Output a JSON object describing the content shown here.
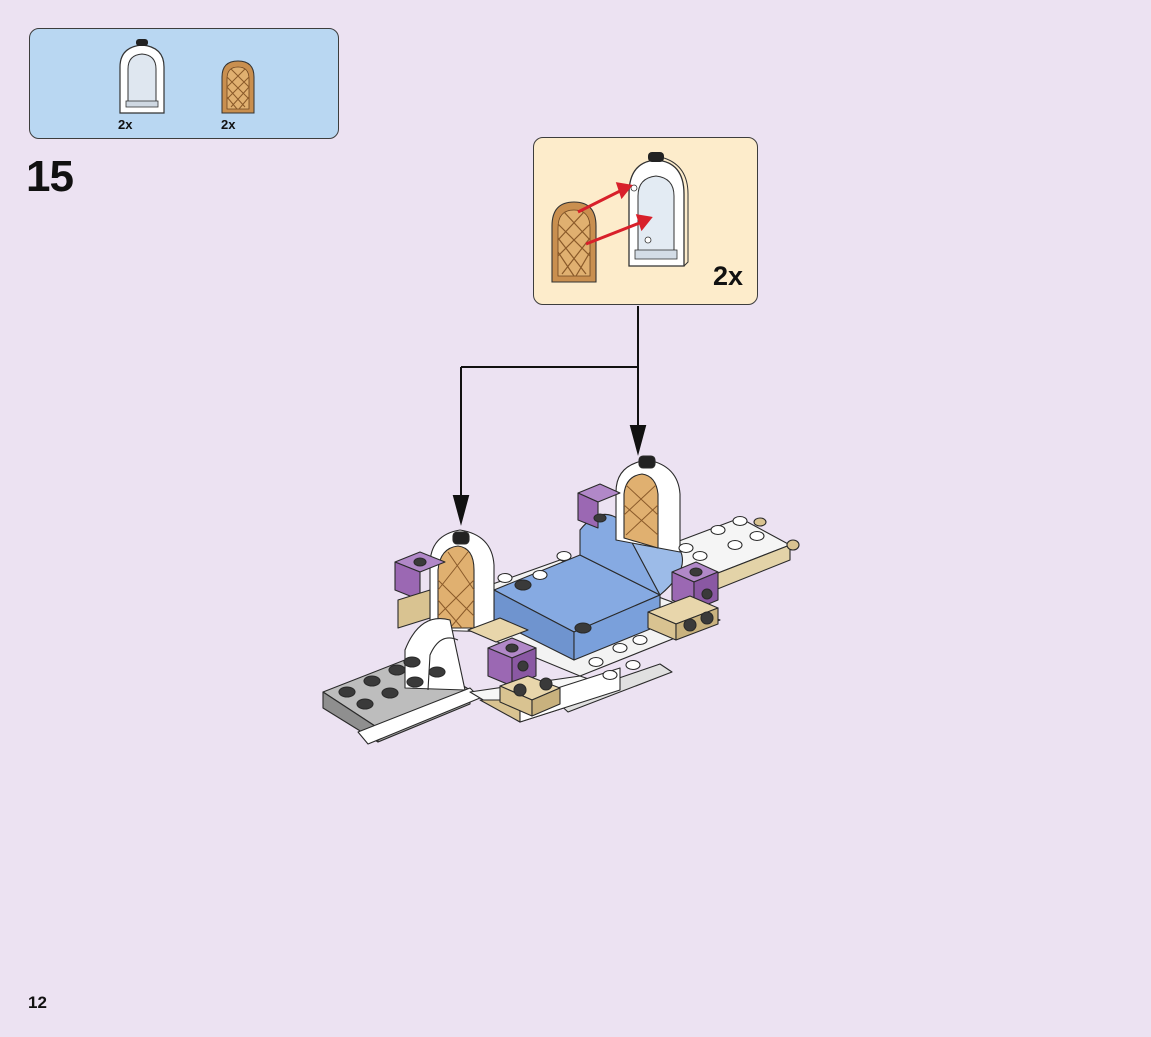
{
  "parts_list": {
    "items": [
      {
        "icon": "window-frame-icon",
        "quantity": "2x",
        "color": "#ffffff"
      },
      {
        "icon": "lattice-door-icon",
        "quantity": "2x",
        "color": "#c98f4f"
      }
    ]
  },
  "step": {
    "number": "15"
  },
  "callout": {
    "quantity": "2x"
  },
  "page": {
    "number": "12"
  },
  "colors": {
    "background": "#ece2f2",
    "parts_box": "#b9d7f2",
    "callout_box": "#fdeccb",
    "arrow": "#d8202a",
    "lavender": "#9b68b3",
    "tan": "#d9c391",
    "medium_blue": "#86aae2"
  }
}
